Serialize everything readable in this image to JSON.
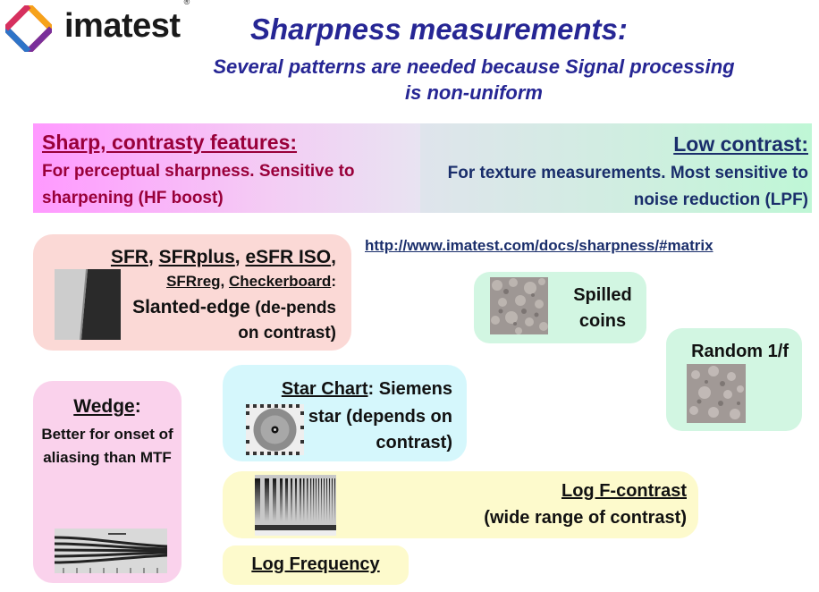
{
  "header": {
    "brand": "imatest",
    "brand_mark": "®",
    "title": "Sharpness measurements:",
    "subtitle": "Several patterns are needed because Signal processing is non-uniform"
  },
  "banners": {
    "left": {
      "heading": "Sharp, contrasty features:",
      "body": "For perceptual sharpness. Sensitive to sharpening (HF boost)"
    },
    "right": {
      "heading": "Low contrast:",
      "body": "For texture measurements. Most sensitive to noise reduction (LPF)"
    }
  },
  "link": "http://www.imatest.com/docs/sharpness/#matrix",
  "sfr": {
    "sfr": "SFR",
    "sfrplus": "SFRplus",
    "esfr": "eSFR ISO",
    "sfrreg": "SFRreg",
    "checkerboard": "Checkerboard",
    "desc_lead": "Slanted-edge",
    "desc_rest": "(de-pends on contrast)"
  },
  "wedge": {
    "title": "Wedge",
    "desc": "Better for onset of aliasing than MTF"
  },
  "star": {
    "title": "Star Chart",
    "desc1": "Siemens",
    "desc2": "star (depends on contrast)"
  },
  "logf": {
    "title": "Log F-contrast",
    "desc": "(wide range of contrast)"
  },
  "logfreq": {
    "title": "Log Frequency"
  },
  "coins": {
    "label": "Spilled coins"
  },
  "random": {
    "label": "Random 1/f"
  },
  "colors": {
    "title": "#262694",
    "sharp_text": "#99003a",
    "lowcontrast_text": "#1a2e6b"
  }
}
